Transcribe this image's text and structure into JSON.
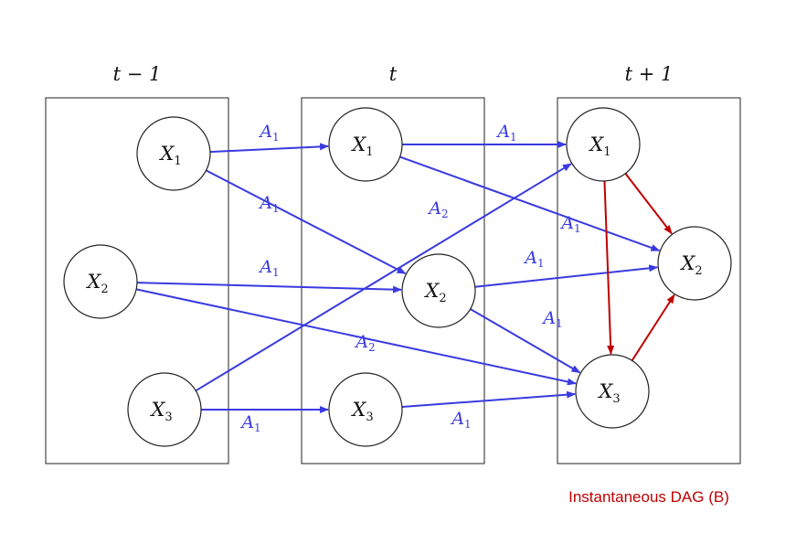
{
  "colors": {
    "lagged": "#3a3ae0",
    "instantaneous": "#c00000",
    "frame": "#222222"
  },
  "columns": [
    {
      "id": "tm1",
      "title": "t − 1"
    },
    {
      "id": "t",
      "title": "t"
    },
    {
      "id": "tp1",
      "title": "t + 1"
    }
  ],
  "nodes": [
    {
      "id": "tm1_X1",
      "base": "X",
      "sub": "1"
    },
    {
      "id": "tm1_X2",
      "base": "X",
      "sub": "2"
    },
    {
      "id": "tm1_X3",
      "base": "X",
      "sub": "3"
    },
    {
      "id": "t_X1",
      "base": "X",
      "sub": "1"
    },
    {
      "id": "t_X2",
      "base": "X",
      "sub": "2"
    },
    {
      "id": "t_X3",
      "base": "X",
      "sub": "3"
    },
    {
      "id": "tp1_X1",
      "base": "X",
      "sub": "1"
    },
    {
      "id": "tp1_X2",
      "base": "X",
      "sub": "2"
    },
    {
      "id": "tp1_X3",
      "base": "X",
      "sub": "3"
    }
  ],
  "edges": [
    {
      "id": "e1",
      "from": "tm1_X1",
      "to": "t_X1",
      "kind": "lagged",
      "label": {
        "base": "A",
        "sub": "1"
      }
    },
    {
      "id": "e2",
      "from": "tm1_X1",
      "to": "t_X2",
      "kind": "lagged",
      "label": {
        "base": "A",
        "sub": "1"
      }
    },
    {
      "id": "e3",
      "from": "tm1_X2",
      "to": "t_X2",
      "kind": "lagged",
      "label": {
        "base": "A",
        "sub": "1"
      }
    },
    {
      "id": "e4",
      "from": "tm1_X2",
      "to": "tp1_X3",
      "kind": "lagged",
      "label": {
        "base": "A",
        "sub": "2"
      }
    },
    {
      "id": "e5",
      "from": "tm1_X3",
      "to": "tp1_X1",
      "kind": "lagged",
      "label": {
        "base": "A",
        "sub": "2"
      }
    },
    {
      "id": "e6",
      "from": "tm1_X3",
      "to": "t_X3",
      "kind": "lagged",
      "label": {
        "base": "A",
        "sub": "1"
      }
    },
    {
      "id": "e7",
      "from": "t_X1",
      "to": "tp1_X1",
      "kind": "lagged",
      "label": {
        "base": "A",
        "sub": "1"
      }
    },
    {
      "id": "e8",
      "from": "t_X1",
      "to": "tp1_X2",
      "kind": "lagged",
      "label": {
        "base": "A",
        "sub": "1"
      }
    },
    {
      "id": "e9",
      "from": "t_X2",
      "to": "tp1_X2",
      "kind": "lagged",
      "label": {
        "base": "A",
        "sub": "1"
      }
    },
    {
      "id": "e10",
      "from": "t_X2",
      "to": "tp1_X3",
      "kind": "lagged",
      "label": {
        "base": "A",
        "sub": "1"
      }
    },
    {
      "id": "e11",
      "from": "t_X3",
      "to": "tp1_X3",
      "kind": "lagged",
      "label": {
        "base": "A",
        "sub": "1"
      }
    },
    {
      "id": "e12",
      "from": "tp1_X1",
      "to": "tp1_X2",
      "kind": "instantaneous"
    },
    {
      "id": "e13",
      "from": "tp1_X1",
      "to": "tp1_X3",
      "kind": "instantaneous"
    },
    {
      "id": "e14",
      "from": "tp1_X3",
      "to": "tp1_X2",
      "kind": "instantaneous"
    }
  ],
  "caption": "Instantaneous DAG (B)"
}
